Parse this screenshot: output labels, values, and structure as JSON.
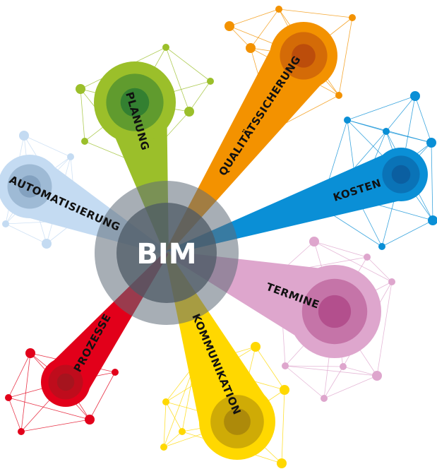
{
  "center": {
    "label": "BIM",
    "color": "#5f6b78"
  },
  "spokes": [
    {
      "id": "planung",
      "label": "PLANUNG",
      "color": "#9bbf2a",
      "dark": "#2f7d32"
    },
    {
      "id": "qualitaet",
      "label": "QUALITÄTSSICHERUNG",
      "color": "#f39200",
      "dark": "#b94a0c"
    },
    {
      "id": "kosten",
      "label": "KOSTEN",
      "color": "#0a8fd6",
      "dark": "#0b5d9e"
    },
    {
      "id": "termine",
      "label": "TERMINE",
      "color": "#dea6cd",
      "dark": "#b04b8a"
    },
    {
      "id": "kommunikation",
      "label": "KOMMUNIKATION",
      "color": "#ffd800",
      "dark": "#a8860b"
    },
    {
      "id": "prozesse",
      "label": "PROZESSE",
      "color": "#e2001a",
      "dark": "#a3151f"
    },
    {
      "id": "automatisierung",
      "label": "AUTOMATISIERUNG",
      "color": "#c4dbf2",
      "dark": "#7f9fbd"
    }
  ]
}
